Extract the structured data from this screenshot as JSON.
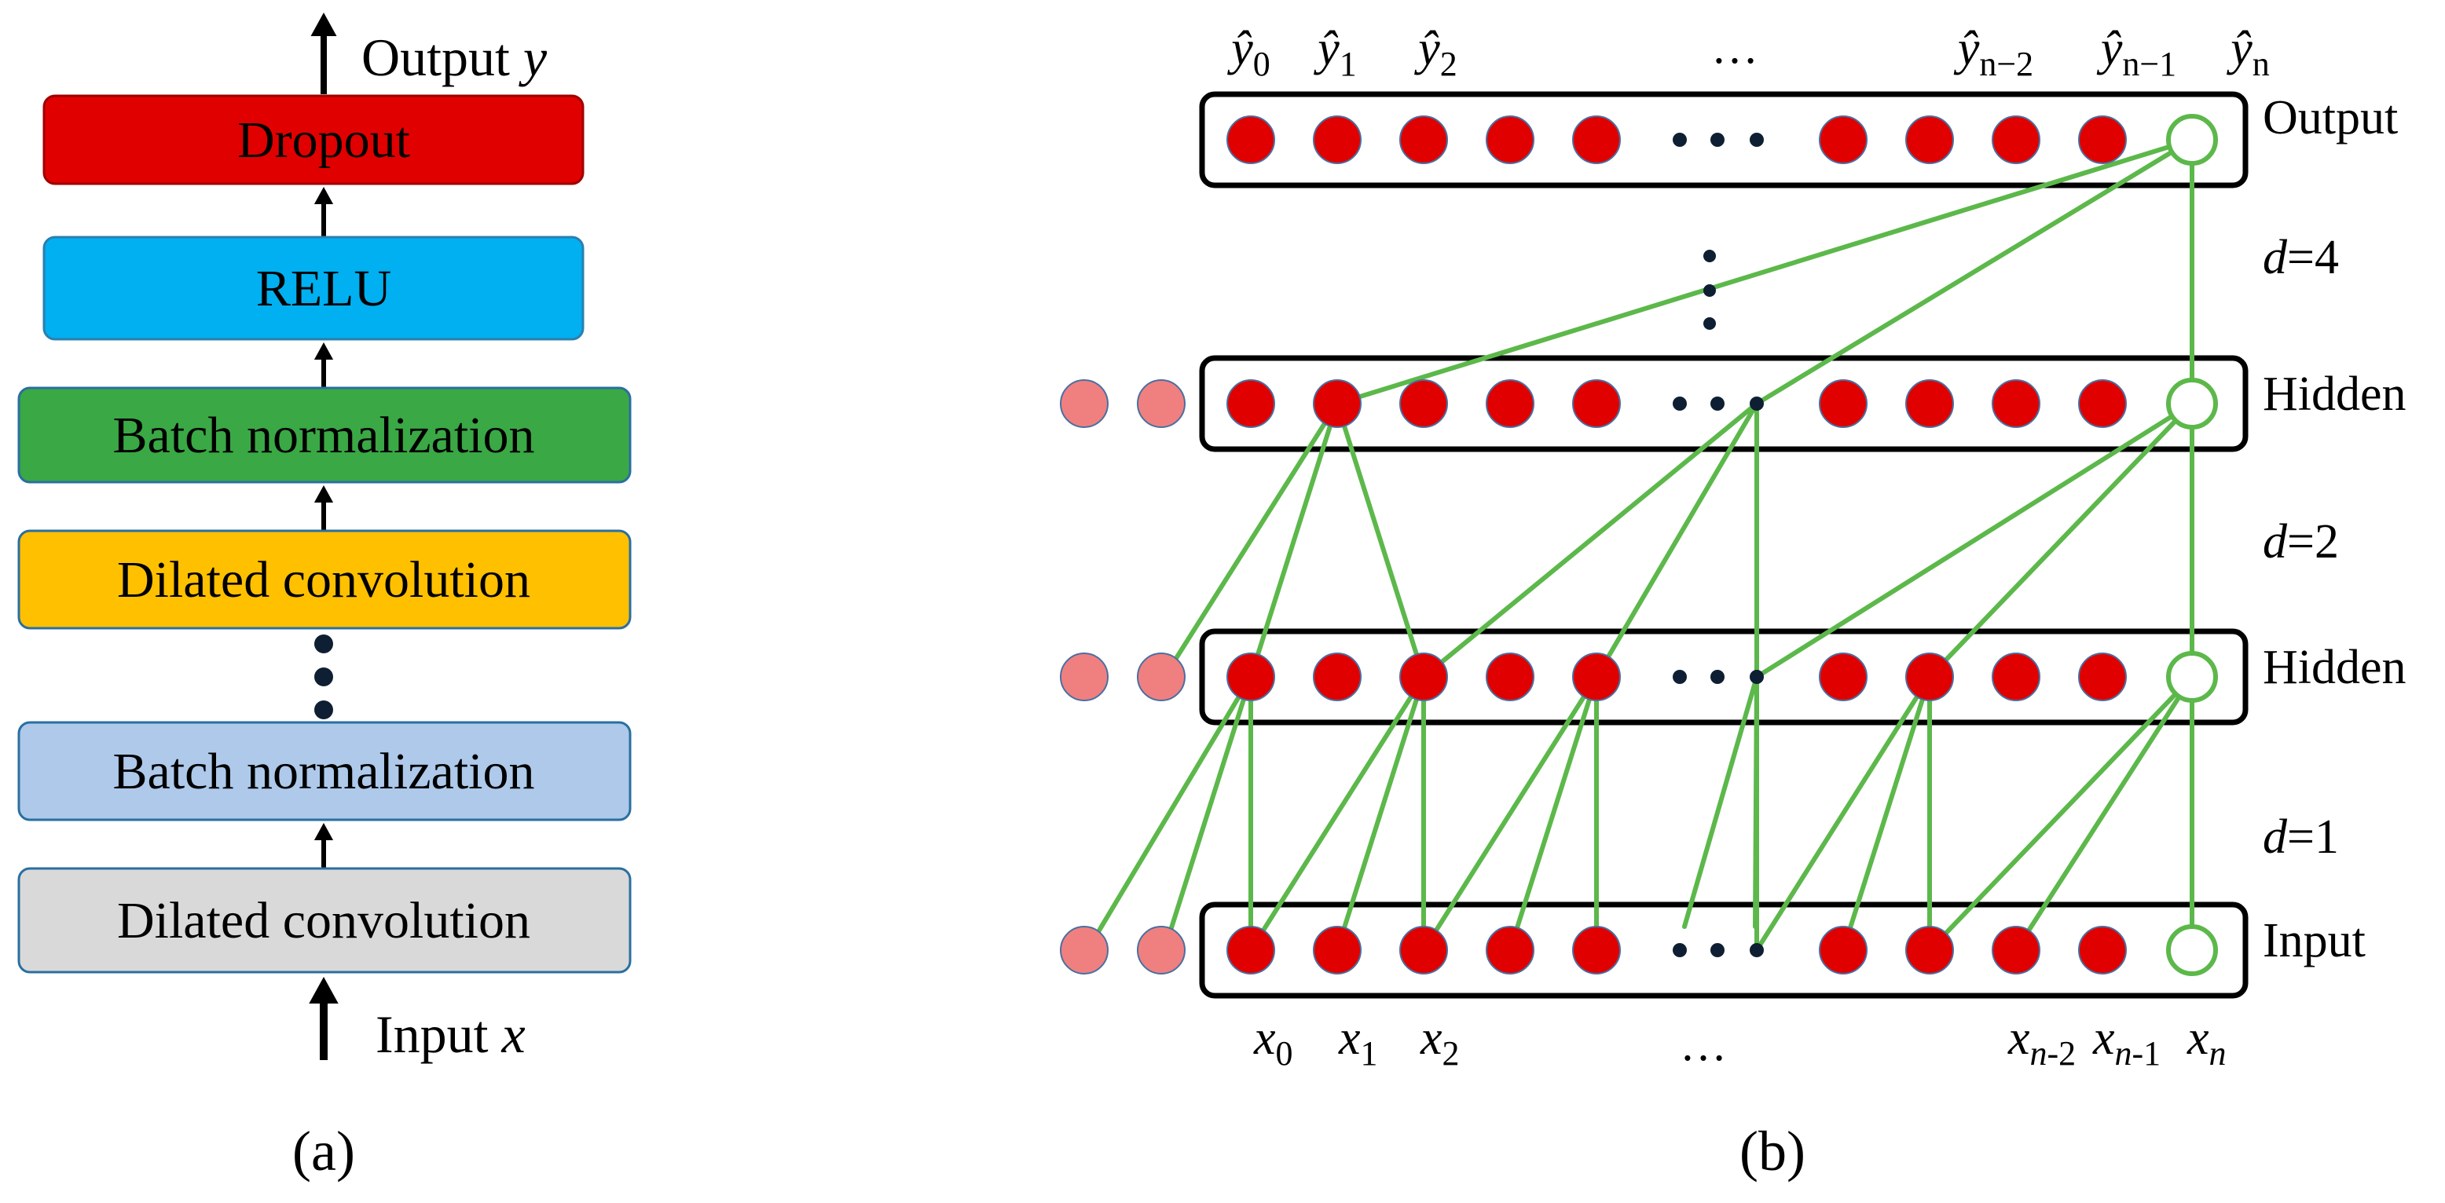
{
  "panel_a": {
    "output_label": "Output",
    "output_var": "y",
    "input_label": "Input",
    "input_var": "x",
    "caption": "(a)",
    "blocks": [
      {
        "label": "Dropout",
        "fill": "#e00000",
        "stroke": "#a00000"
      },
      {
        "label": "RELU",
        "fill": "#00b0f0",
        "stroke": "#2a7fb0"
      },
      {
        "label": "Batch normalization",
        "fill": "#3aa845",
        "stroke": "#2a6fa0"
      },
      {
        "label": "Dilated convolution",
        "fill": "#ffc000",
        "stroke": "#2a6fa0"
      },
      {
        "label": "Batch normalization",
        "fill": "#aec9ea",
        "stroke": "#2a6fa0"
      },
      {
        "label": "Dilated convolution",
        "fill": "#d9d9d9",
        "stroke": "#2a6fa0"
      }
    ]
  },
  "panel_b": {
    "caption": "(b)",
    "layer_labels": [
      "Output",
      "Hidden",
      "Hidden",
      "Input"
    ],
    "dilation_labels": [
      "d=4",
      "d=2",
      "d=1"
    ],
    "top_ellipsis": "…",
    "bottom_ellipsis": "…",
    "output_indices": [
      "0",
      "1",
      "2",
      "n−2",
      "n−1",
      "n"
    ],
    "input_indices": [
      "0",
      "1",
      "2",
      "n-2",
      "n-1",
      "n"
    ],
    "colors": {
      "node_fill": "#e00000",
      "node_stroke": "#4a6fa0",
      "pad_fill": "#f08080",
      "edge": "#5cb84a",
      "box": "#000000"
    }
  }
}
